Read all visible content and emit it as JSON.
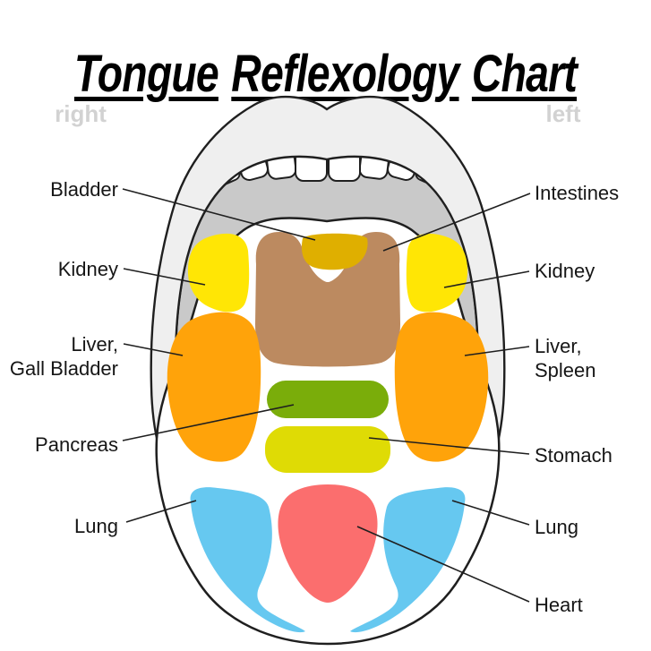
{
  "title": {
    "words": [
      "Tongue",
      "Reflexology",
      "Chart"
    ]
  },
  "orientation": {
    "right": "right",
    "left": "left"
  },
  "labels": {
    "bladder": "Bladder",
    "intestines": "Intestines",
    "kidney_left": "Kidney",
    "kidney_right": "Kidney",
    "liver_gall_line1": "Liver,",
    "liver_gall_line2": "Gall Bladder",
    "liver_spleen_line1": "Liver,",
    "liver_spleen_line2": "Spleen",
    "pancreas": "Pancreas",
    "stomach": "Stomach",
    "lung_left": "Lung",
    "lung_right": "Lung",
    "heart": "Heart"
  },
  "colors": {
    "kidney": "#FFE605",
    "bladder": "#DFAF00",
    "intestines": "#BC8A60",
    "liver": "#FFA30A",
    "pancreas": "#7AAD0A",
    "stomach": "#DFDB05",
    "lung": "#66C8F0",
    "heart": "#FB6E6E",
    "lip": "#EFEFEF",
    "mouth_interior": "#C9C9C9",
    "tongue": "#FFFFFF",
    "outline": "#1F1F1F",
    "side_label_gray": "#D2D2D2"
  }
}
